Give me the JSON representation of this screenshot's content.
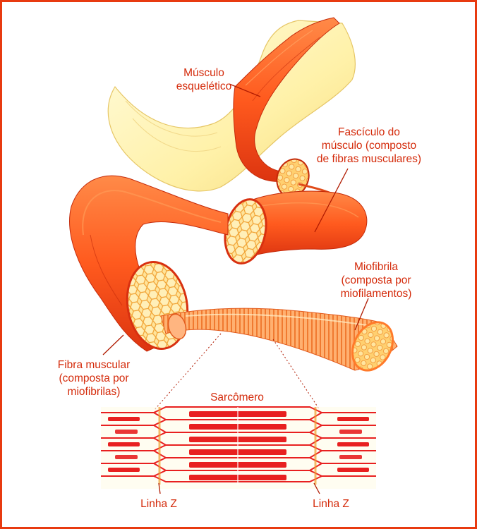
{
  "labels": {
    "skeletal_muscle": "Músculo\nesquelético",
    "fascicle": "Fascículo do\nmúsculo (composto\nde fibras musculares)",
    "myofibril": "Miofibrila\n(composta por\nmiofilamentos)",
    "muscle_fiber": "Fibra muscular\n(composta por\nmiofibrilas)",
    "sarcomere": "Sarcômero",
    "z_line_left": "Linha Z",
    "z_line_right": "Linha Z"
  },
  "colors": {
    "label_text": "#d42a0a",
    "frame": "#e83a10",
    "muscle": "#ff5a1e",
    "muscle_dark": "#d83010",
    "muscle_light": "#ff9a55",
    "bone": "#fff4b0",
    "bone_edge": "#e8cc70",
    "filament": "#e82020",
    "cross_section": "#ffe08a",
    "leader": "#b01a00"
  },
  "icons": [
    "skeletal-muscle-illustration",
    "sarcomere-diagram"
  ]
}
